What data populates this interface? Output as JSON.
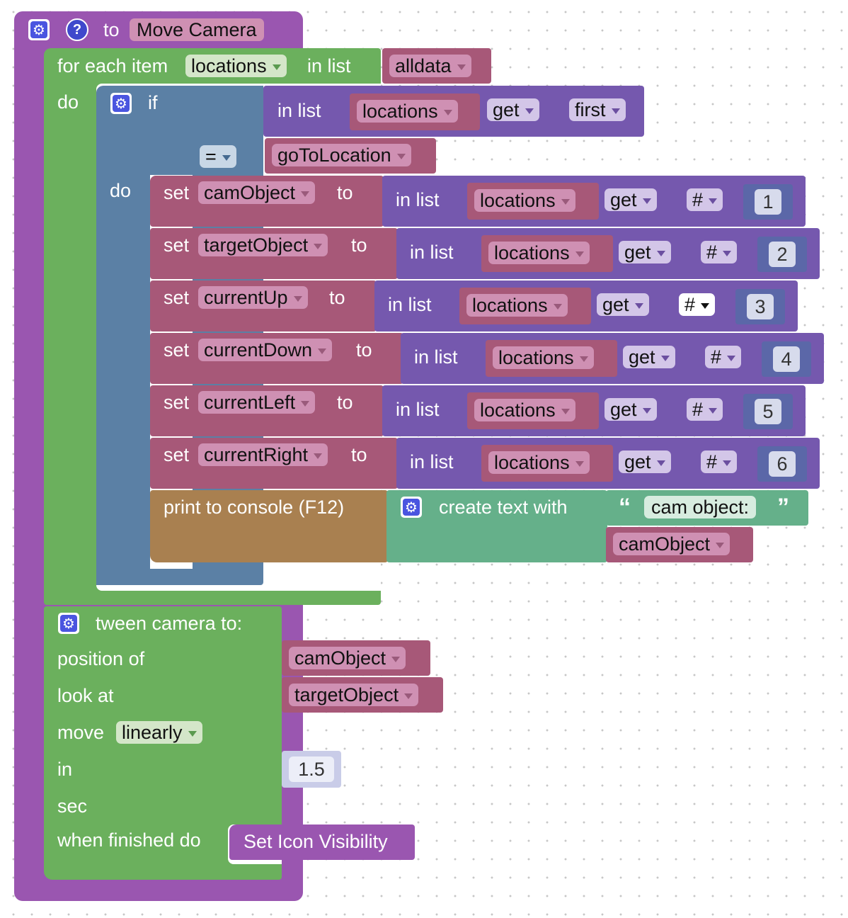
{
  "procedure": {
    "to_label": "to",
    "name": "Move Camera"
  },
  "foreach": {
    "label": "for each item",
    "var": "locations",
    "in_list": "in list",
    "list": "alldata",
    "do": "do"
  },
  "if_block": {
    "if": "if",
    "do": "do",
    "in_list": "in list",
    "list": "locations",
    "get": "get",
    "first": "first",
    "op": "=",
    "compare": "goToLocation"
  },
  "sets": [
    {
      "set": "set",
      "var": "camObject",
      "to": "to",
      "in_list": "in list",
      "list": "locations",
      "get": "get",
      "hash": "#",
      "index": "1"
    },
    {
      "set": "set",
      "var": "targetObject",
      "to": "to",
      "in_list": "in list",
      "list": "locations",
      "get": "get",
      "hash": "#",
      "index": "2"
    },
    {
      "set": "set",
      "var": "currentUp",
      "to": "to",
      "in_list": "in list",
      "list": "locations",
      "get": "get",
      "hash": "#",
      "index": "3"
    },
    {
      "set": "set",
      "var": "currentDown",
      "to": "to",
      "in_list": "in list",
      "list": "locations",
      "get": "get",
      "hash": "#",
      "index": "4"
    },
    {
      "set": "set",
      "var": "currentLeft",
      "to": "to",
      "in_list": "in list",
      "list": "locations",
      "get": "get",
      "hash": "#",
      "index": "5"
    },
    {
      "set": "set",
      "var": "currentRight",
      "to": "to",
      "in_list": "in list",
      "list": "locations",
      "get": "get",
      "hash": "#",
      "index": "6"
    }
  ],
  "print": {
    "label": "print to console (F12)",
    "create_text": "create text with",
    "open_quote": "“",
    "string": "cam object:",
    "close_quote": "”",
    "var": "camObject"
  },
  "tween": {
    "title": "tween camera to:",
    "position_of": "position of",
    "position_var": "camObject",
    "look_at": "look at",
    "look_var": "targetObject",
    "move": "move",
    "move_mode": "linearly",
    "in": "in",
    "duration": "1.5",
    "sec": "sec",
    "when_finished": "when finished do",
    "finished_call": "Set Icon Visibility"
  },
  "colors": {
    "procedure": "#9a56b0",
    "loop": "#6bb05d",
    "logic": "#5b80a5",
    "list": "#7558ae",
    "variable": "#a75878",
    "print": "#a98050",
    "text": "#65b08a"
  }
}
